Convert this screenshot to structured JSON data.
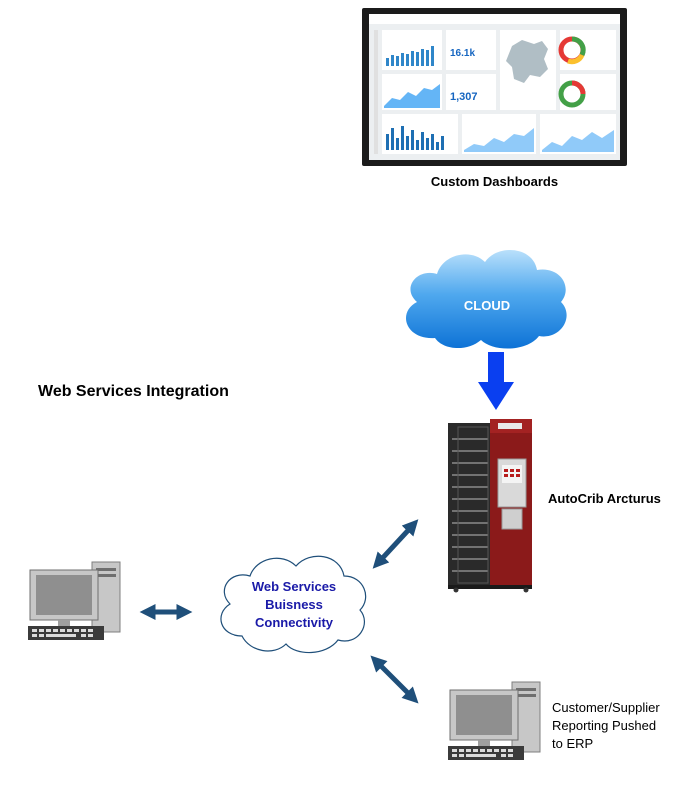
{
  "title": "Web Services Integration",
  "dashboard": {
    "caption": "Custom Dashboards",
    "value_1": "16.1k",
    "value_2": "1,307"
  },
  "cloud": {
    "label": "CLOUD"
  },
  "machine": {
    "label": "AutoCrib Arcturus"
  },
  "hub": {
    "line1": "Web Services",
    "line2": "Buisness",
    "line3": "Connectivity"
  },
  "report": {
    "line1": "Customer/Supplier",
    "line2": "Reporting Pushed",
    "line3": "to ERP"
  },
  "colors": {
    "arrow": "#1f4f7a",
    "cloud_arrow": "#0a3ff0",
    "hub_text": "#1a1aa8",
    "machine": "#8b1a1a",
    "cloud": "#1e88e5"
  }
}
